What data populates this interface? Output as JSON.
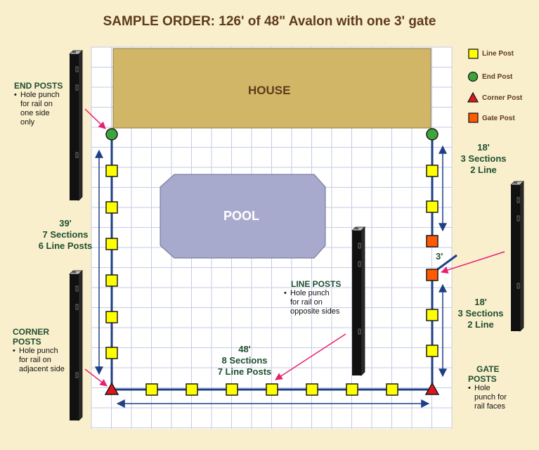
{
  "title": "SAMPLE ORDER: 126' of 48\" Avalon with one 3' gate",
  "areas": {
    "house": "HOUSE",
    "pool": "POOL"
  },
  "legend": {
    "line_post": "Line Post",
    "end_post": "End Post",
    "corner_post": "Corner Post",
    "gate_post": "Gate Post"
  },
  "callouts": {
    "end_posts": {
      "heading": "END POSTS",
      "lines": [
        "Hole punch",
        "for rail on",
        "one side",
        "only"
      ]
    },
    "corner_posts": {
      "heading_1": "CORNER",
      "heading_2": "POSTS",
      "lines": [
        "Hole punch",
        "for rail on",
        "adjacent side"
      ]
    },
    "line_posts": {
      "heading": "LINE POSTS",
      "lines": [
        "Hole punch",
        "for rail on",
        "opposite sides"
      ]
    },
    "gate_posts": {
      "heading_1": "GATE",
      "heading_2": "POSTS",
      "lines": [
        "Hole",
        "punch for",
        "rail faces"
      ]
    }
  },
  "dimensions": {
    "left": {
      "length": "39'",
      "sections": "7 Sections",
      "posts": "6 Line Posts"
    },
    "bottom": {
      "length": "48'",
      "sections": "8 Sections",
      "posts": "7 Line Posts"
    },
    "right_top": {
      "length": "18'",
      "sections": "3 Sections",
      "posts": "2 Line"
    },
    "right_bottom": {
      "length": "18'",
      "sections": "3 Sections",
      "posts": "2 Line"
    },
    "gate": "3'"
  },
  "colors": {
    "background": "#f9efcd",
    "grid_fill": "#ffffff",
    "grid_line": "#c5cbe3",
    "house": "#d1b668",
    "pool": "#a8aacd",
    "fence": "#1e3f86",
    "line_post": "#ffff00",
    "end_post": "#3da63a",
    "corner_post": "#e0141b",
    "gate_post": "#ff5a00",
    "pointer": "#e8216f"
  }
}
